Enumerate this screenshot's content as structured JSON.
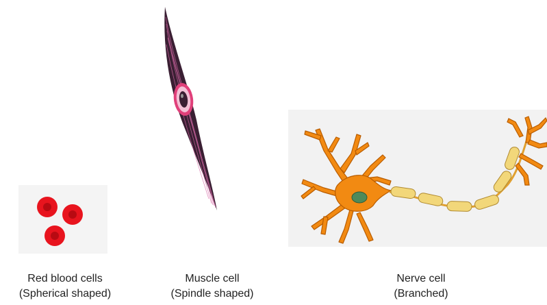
{
  "captions": {
    "rbc": {
      "name": "Red blood cells",
      "shape": "(Spherical shaped)"
    },
    "muscle": {
      "name": "Muscle cell",
      "shape": "(Spindle shaped)"
    },
    "nerve": {
      "name": "Nerve cell",
      "shape": "(Branched)"
    }
  },
  "colors": {
    "rbc_fill": "#e8141e",
    "rbc_center": "#b80a12",
    "muscle_body": "#3a1f33",
    "muscle_nucleus_ring": "#e0407a",
    "neuron_body": "#f28a12",
    "neuron_nucleus": "#4e8a5a",
    "myelin": "#f2d77a"
  },
  "icons": {
    "rbc": "red-blood-cell-icon",
    "muscle": "muscle-cell-icon",
    "nerve": "nerve-cell-icon"
  }
}
